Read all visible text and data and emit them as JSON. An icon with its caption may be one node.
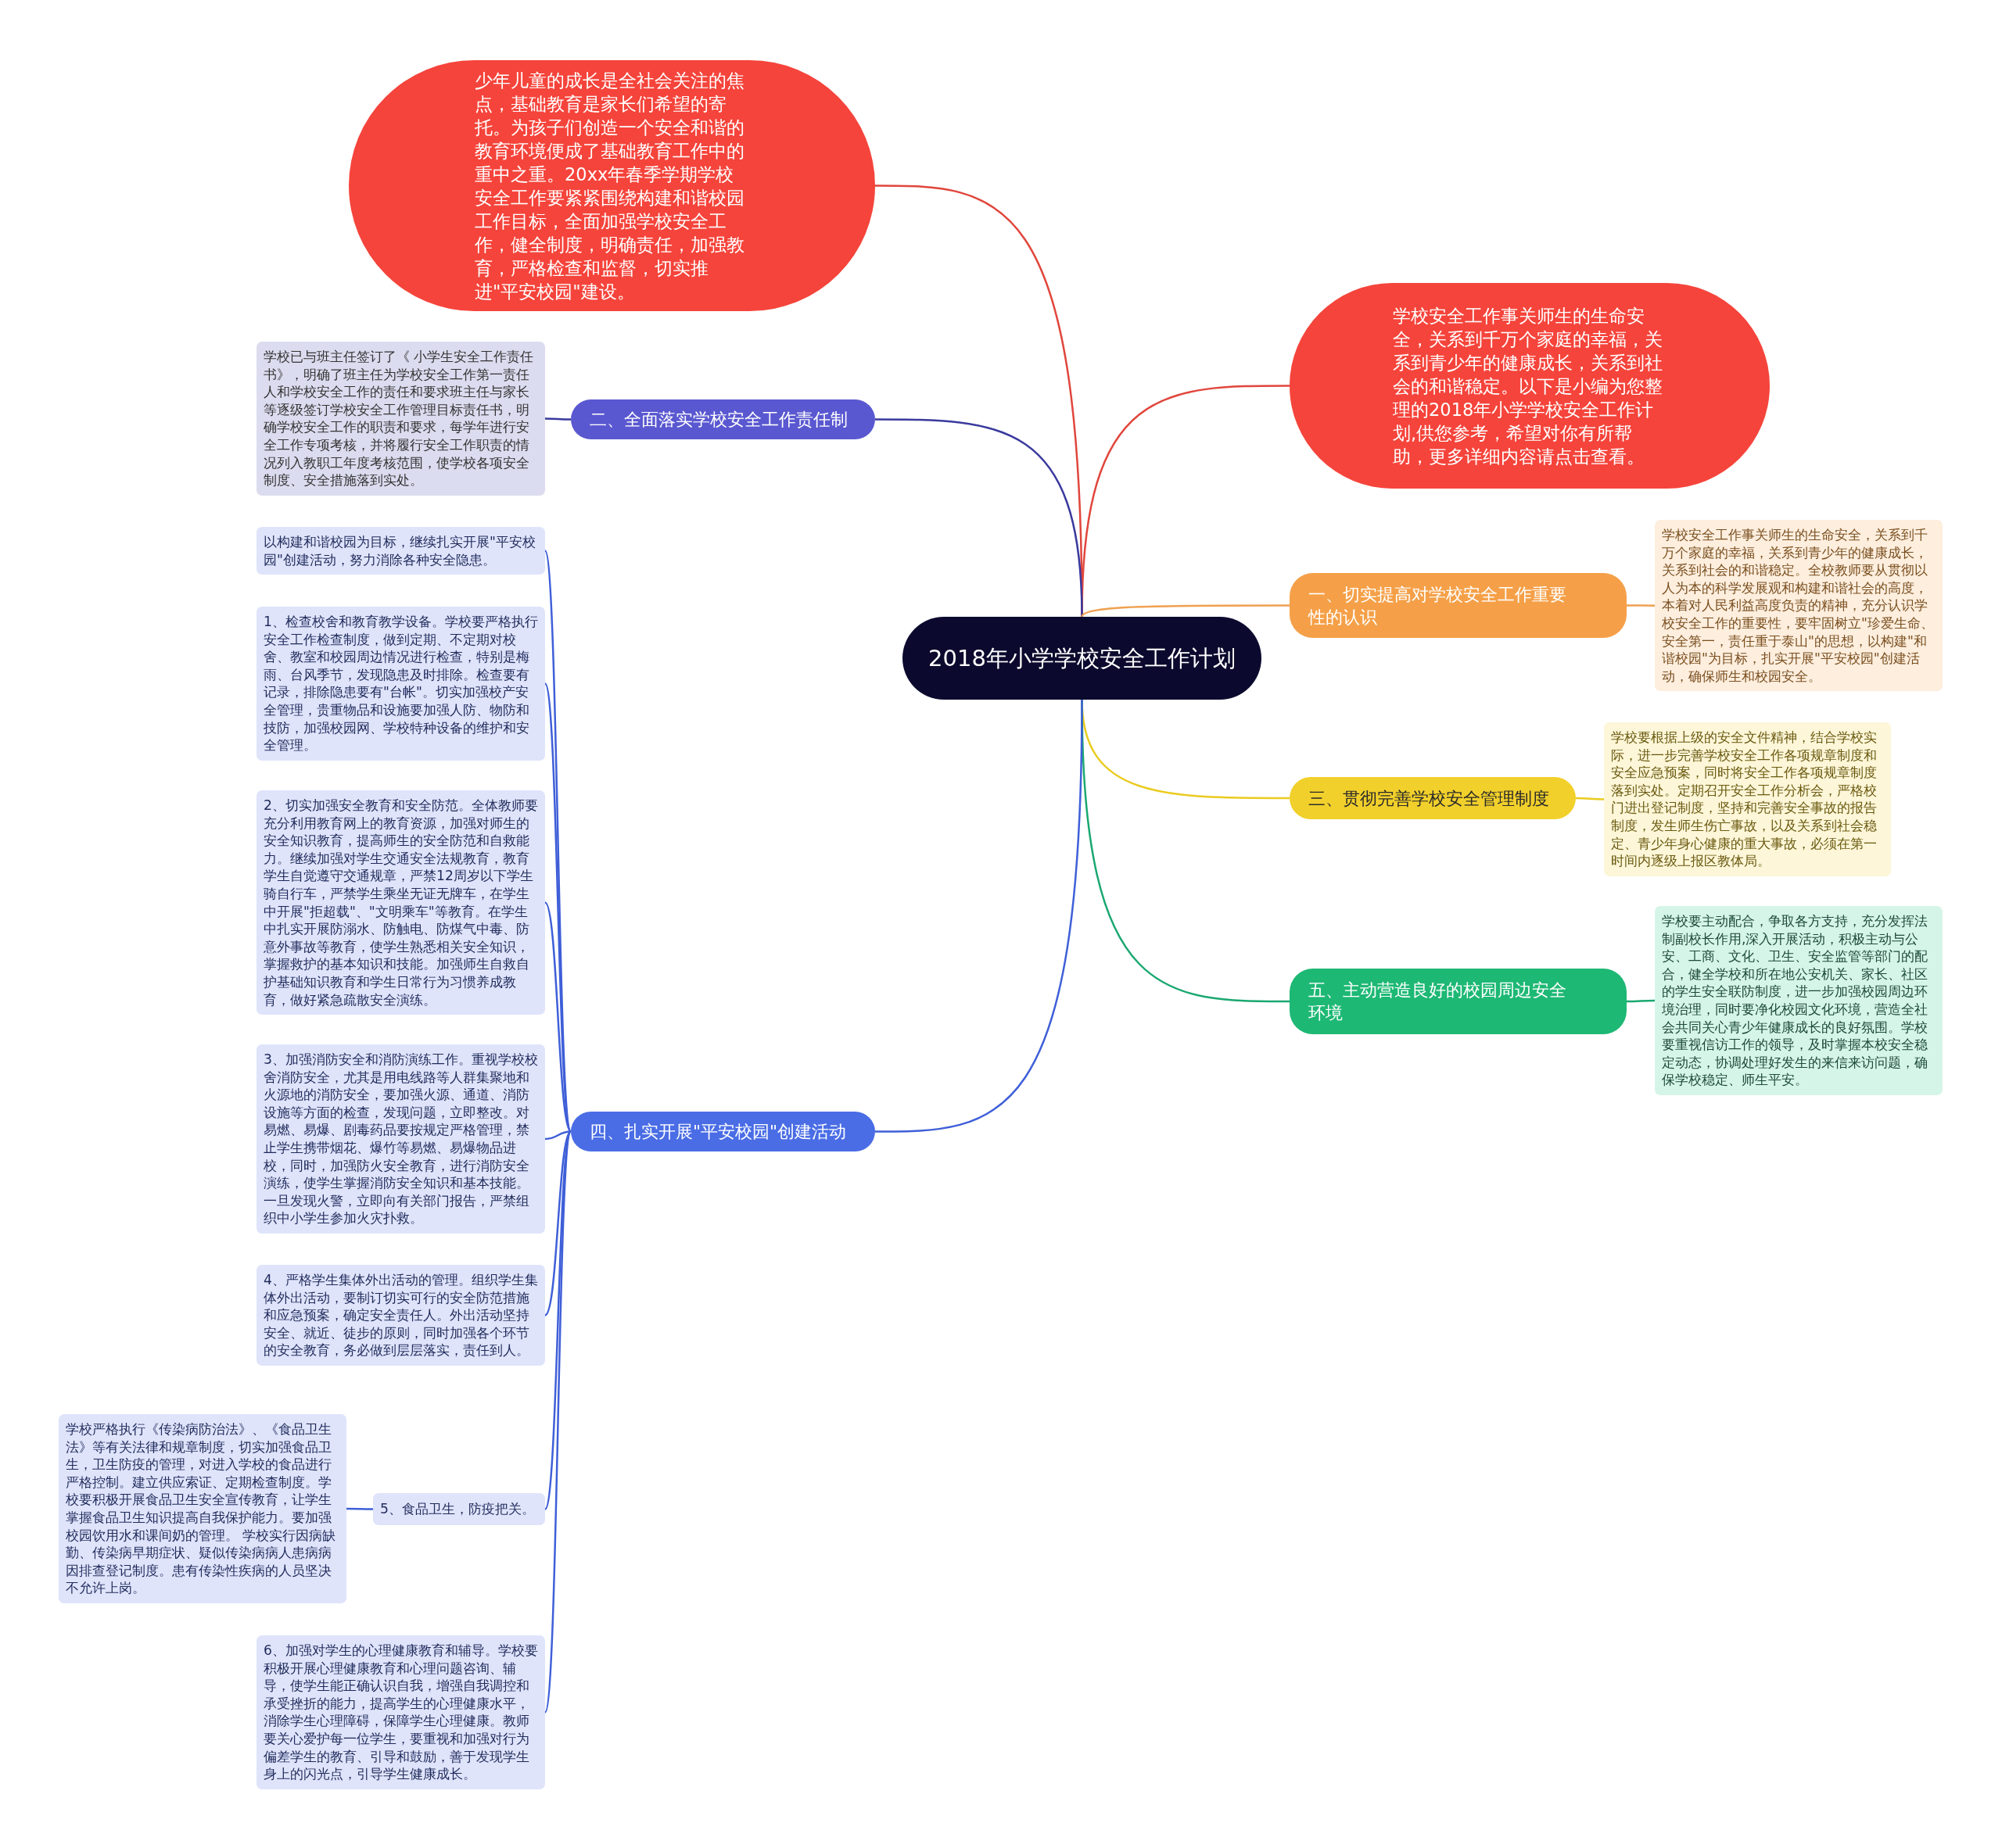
{
  "diagram": {
    "nodes": [
      {
        "text": [
          "2018年小学学校安全工作计划"
        ]
      },
      {
        "text": [
          "少年儿童的成长是全社会关注的焦点，基础教育是家长们希望的寄托。为孩子们创造一个安全和谐的教育环境便成了基础教育工作中的重中之重。20xx年春季学期学校安全工作要紧紧围绕构建和谐校园工作目标，全面加强学校安全工作，健全制度，明确责任，加强教育，严格检查和监督，切实推进\"平安校园\"建设。"
        ]
      },
      {
        "text": [
          "学校安全工作事关师生的生命安全，关系到千万个家庭的幸福，关系到青少年的健康成长，关系到社会的和谐稳定。以下是小编为您整理的2018年小学学校安全工作计划,供您参考，希望对你有所帮助，更多详细内容请点击查看。"
        ]
      },
      {
        "text": [
          "二、全面落实学校安全工作责任制"
        ]
      },
      {
        "text": [
          "学校已与班主任签订了《 小学生安全工作责任书》，明确了班主任为学校安全工作第一责任人和学校安全工作的责任和要求班主任与家长等逐级签订学校安全工作管理目标责任书，明确学校安全工作的职责和要求，每学年进行安全工作专项考核，并将履行安全工作职责的情况列入教职工年度考核范围，使学校各项安全制度、安全措施落到实处。"
        ]
      },
      {
        "text": [
          "一、切实提高对学校安全工作重要性的认识"
        ]
      },
      {
        "text": [
          "学校安全工作事关师生的生命安全，关系到千万个家庭的幸福，关系到青少年的健康成长，关系到社会的和谐稳定。全校教师要从贯彻以人为本的科学发展观和构建和谐社会的高度，本着对人民利益高度负责的精神，充分认识学校安全工作的重要性，要牢固树立\"珍爱生命、安全第一，责任重于泰山\"的思想，以构建\"和谐校园\"为目标，扎实开展\"平安校园\"创建活动，确保师生和校园安全。"
        ]
      },
      {
        "text": [
          "三、贯彻完善学校安全管理制度"
        ]
      },
      {
        "text": [
          "学校要根据上级的安全文件精神，结合学校实际，进一步完善学校安全工作各项规章制度和安全应急预案，同时将安全工作各项规章制度落到实处。定期召开安全工作分析会，严格校门进出登记制度，坚持和完善安全事故的报告制度，发生师生伤亡事故，以及关系到社会稳定、青少年身心健康的重大事故，必须在第一时间内逐级上报区教体局。"
        ]
      },
      {
        "text": [
          "五、主动营造良好的校园周边安全环境"
        ]
      },
      {
        "text": [
          "学校要主动配合，争取各方支持，充分发挥法制副校长作用,深入开展活动，积极主动与公安、工商、文化、卫生、安全监管等部门的配合，健全学校和所在地公安机关、家长、社区的学生安全联防制度，进一步加强校园周边环境治理，同时要净化校园文化环境，营造全社会共同关心青少年健康成长的良好氛围。学校要重视信访工作的领导，及时掌握本校安全稳定动态，协调处理好发生的来信来访问题，确保学校稳定、师生平安。"
        ]
      },
      {
        "text": [
          "四、扎实开展\"平安校园\"创建活动"
        ]
      },
      {
        "text": [
          "以构建和谐校园为目标，继续扎实开展\"平安校园\"创建活动，努力消除各种安全隐患。"
        ]
      },
      {
        "text": [
          "1、检查校舍和教育教学设备。学校要严格执行安全工作检查制度，做到定期、不定期对校舍、教室和校园周边情况进行检查，特别是梅雨、台风季节，发现隐患及时排除。检查要有记录，排除隐患要有\"台帐\"。切实加强校产安全管理，贵重物品和设施要加强人防、物防和技防，加强校园网、学校特种设备的维护和安全管理。"
        ]
      },
      {
        "text": [
          "2、切实加强安全教育和安全防范。全体教师要充分利用教育网上的教育资源，加强对师生的安全知识教育，提高师生的安全防范和自救能力。继续加强对学生交通安全法规教育，教育学生自觉遵守交通规章，严禁12周岁以下学生骑自行车，严禁学生乘坐无证无牌车，在学生中开展\"拒超载\"、\"文明乘车\"等教育。在学生中扎实开展防溺水、防触电、防煤气中毒、防意外事故等教育，使学生熟悉相关安全知识，掌握救护的基本知识和技能。加强师生自救自护基础知识教育和学生日常行为习惯养成教育，做好紧急疏散安全演练。"
        ]
      },
      {
        "text": [
          "3、加强消防安全和消防演练工作。重视学校校舍消防安全，尤其是用电线路等人群集聚地和火源地的消防安全，要加强火源、通道、消防设施等方面的检查，发现问题，立即整改。对易燃、易爆、剧毒药品要按规定严格管理，禁止学生携带烟花、爆竹等易燃、易爆物品进校，同时，加强防火安全教育，进行消防安全演练，使学生掌握消防安全知识和基本技能。一旦发现火警，立即向有关部门报告，严禁组织中小学生参加火灾扑救。"
        ]
      },
      {
        "text": [
          "4、严格学生集体外出活动的管理。组织学生集体外出活动，要制订切实可行的安全防范措施和应急预案，确定安全责任人。外出活动坚持安全、就近、徒步的原则，同时加强各个环节的安全教育，务必做到层层落实，责任到人。"
        ]
      },
      {
        "text": [
          "5、食品卫生，防疫把关。"
        ]
      },
      {
        "text": [
          "学校严格执行《传染病防治法》、《食品卫生法》等有关法律和规章制度，切实加强食品卫生，卫生防疫的管理，对进入学校的食品进行严格控制。建立供应索证、定期检查制度。学校要积极开展食品卫生安全宣传教育，让学生掌握食品卫生知识提高自我保护能力。要加强校园饮用水和课间奶的管理。 学校实行因病缺勤、传染病早期症状、疑似传染病病人患病病因排查登记制度。患有传染性疾病的人员坚决不允许上岗。"
        ]
      },
      {
        "text": [
          "6、加强对学生的心理健康教育和辅导。学校要积极开展心理健康教育和心理问题咨询、辅导，使学生能正确认识自我，增强自我调控和承受挫折的能力，提高学生的心理健康水平，消除学生心理障碍，保障学生心理健康。教师要关心爱护每一位学生，要重视和加强对行为偏差学生的教育、引导和鼓励，善于发现学生身上的闪光点，引导学生健康成长。"
        ]
      }
    ],
    "edges": [
      {
        "from": 0,
        "to": 1,
        "arrow": "none",
        "color": "#e0463c"
      },
      {
        "from": 0,
        "to": 2,
        "arrow": "none",
        "color": "#e0463c"
      },
      {
        "from": 0,
        "to": 3,
        "arrow": "none",
        "color": "#3a3a9e"
      },
      {
        "from": 3,
        "to": 4,
        "arrow": "none",
        "color": "#3a3a9e"
      },
      {
        "from": 0,
        "to": 5,
        "arrow": "none",
        "color": "#f0a050"
      },
      {
        "from": 5,
        "to": 6,
        "arrow": "none",
        "color": "#f0a050"
      },
      {
        "from": 0,
        "to": 7,
        "arrow": "none",
        "color": "#eacb20"
      },
      {
        "from": 7,
        "to": 8,
        "arrow": "none",
        "color": "#eacb20"
      },
      {
        "from": 0,
        "to": 9,
        "arrow": "none",
        "color": "#1aa870"
      },
      {
        "from": 9,
        "to": 10,
        "arrow": "none",
        "color": "#1aa870"
      },
      {
        "from": 0,
        "to": 11,
        "arrow": "none",
        "color": "#3f5fd8"
      },
      {
        "from": 11,
        "to": 12,
        "arrow": "none",
        "color": "#3f5fd8"
      },
      {
        "from": 11,
        "to": 13,
        "arrow": "none",
        "color": "#3f5fd8"
      },
      {
        "from": 11,
        "to": 14,
        "arrow": "none",
        "color": "#3f5fd8"
      },
      {
        "from": 11,
        "to": 15,
        "arrow": "none",
        "color": "#3f5fd8"
      },
      {
        "from": 11,
        "to": 16,
        "arrow": "none",
        "color": "#3f5fd8"
      },
      {
        "from": 11,
        "to": 17,
        "arrow": "none",
        "color": "#3f5fd8"
      },
      {
        "from": 17,
        "to": 18,
        "arrow": "none",
        "color": "#3f5fd8"
      },
      {
        "from": 11,
        "to": 19,
        "arrow": "none",
        "color": "#3f5fd8"
      }
    ]
  }
}
